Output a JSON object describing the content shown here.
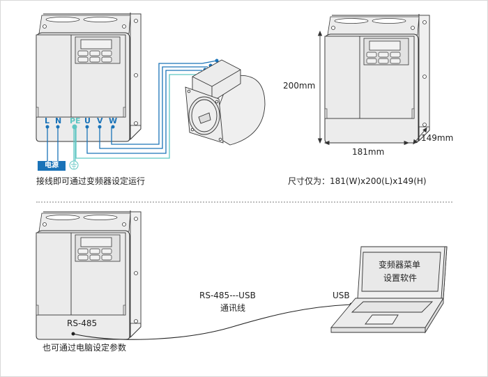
{
  "section_wiring": {
    "terminals": [
      "L",
      "N",
      "PE",
      "U",
      "V",
      "W"
    ],
    "power_label": "电源",
    "ground_icon": "ground-symbol",
    "caption": "接线即可通过变频器设定运行",
    "wire_colors": {
      "power": "#1a73b8",
      "ground": "#5ec6c2"
    }
  },
  "section_dimensions": {
    "height_label": "200mm",
    "width_label": "181mm",
    "depth_label": "149mm",
    "caption": "尺寸仅为：181(W)x200(L)x149(H)"
  },
  "section_pc": {
    "port_label": "RS-485",
    "cable_label_line1": "RS-485---USB",
    "cable_label_line2": "通讯线",
    "usb_label": "USB",
    "screen_line1": "变频器菜单",
    "screen_line2": "设置软件",
    "caption": "也可通过电脑设定参数"
  }
}
